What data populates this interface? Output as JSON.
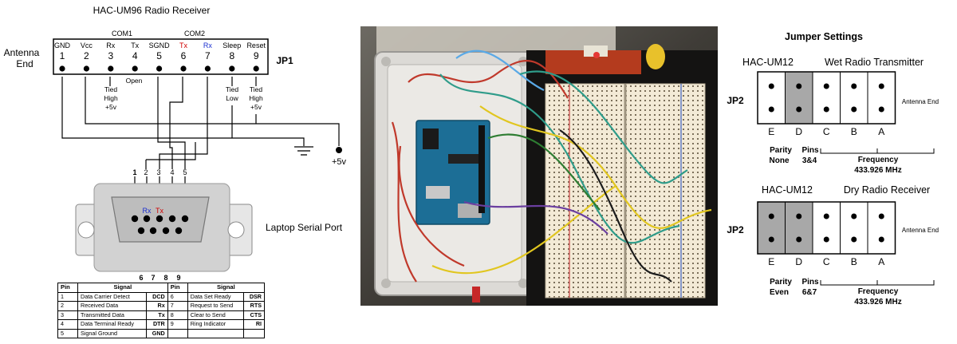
{
  "receiver": {
    "title": "HAC-UM96 Radio Receiver",
    "antenna_label_1": "Antenna",
    "antenna_label_2": "End",
    "header_label": "JP1",
    "com1": "COM1",
    "com2": "COM2",
    "pins": [
      {
        "name": "GND",
        "num": "1",
        "color": "#000000"
      },
      {
        "name": "Vcc",
        "num": "2",
        "color": "#000000"
      },
      {
        "name": "Rx",
        "num": "3",
        "color": "#000000"
      },
      {
        "name": "Tx",
        "num": "4",
        "color": "#000000"
      },
      {
        "name": "SGND",
        "num": "5",
        "color": "#000000"
      },
      {
        "name": "Tx",
        "num": "6",
        "color": "#d00000"
      },
      {
        "name": "Rx",
        "num": "7",
        "color": "#1a2fd0"
      },
      {
        "name": "Sleep",
        "num": "8",
        "color": "#000000"
      },
      {
        "name": "Reset",
        "num": "9",
        "color": "#000000"
      }
    ],
    "notes": {
      "pin3": [
        "Tied",
        "High",
        "+5v"
      ],
      "pin4": [
        "Open"
      ],
      "pin8": [
        "Tied",
        "Low"
      ],
      "pin9": [
        "Tied",
        "High",
        "+5v"
      ]
    },
    "supply": "+5v"
  },
  "serial_port": {
    "label": "Laptop Serial Port",
    "top_wire_numbers": [
      "2",
      "3",
      "4",
      "5"
    ],
    "top_numbers": [
      "1",
      "2",
      "3",
      "4",
      "5"
    ],
    "bottom_numbers": [
      "6",
      "7",
      "8",
      "9"
    ],
    "rx_label": "Rx",
    "tx_label": "Tx",
    "rx_color": "#1a2fd0",
    "tx_color": "#d00000"
  },
  "pin_table": {
    "headers": [
      "Pin",
      "Signal",
      "Pin",
      "Signal"
    ],
    "rows": [
      {
        "pin1": "1",
        "sig1": "Data Carrier Detect",
        "abbr1": "DCD",
        "pin2": "6",
        "sig2": "Data Set Ready",
        "abbr2": "DSR"
      },
      {
        "pin1": "2",
        "sig1": "Received Data",
        "abbr1": "Rx",
        "pin2": "7",
        "sig2": "Request to Send",
        "abbr2": "RTS"
      },
      {
        "pin1": "3",
        "sig1": "Transmitted Data",
        "abbr1": "Tx",
        "pin2": "8",
        "sig2": "Clear to Send",
        "abbr2": "CTS"
      },
      {
        "pin1": "4",
        "sig1": "Data Terminal Ready",
        "abbr1": "DTR",
        "pin2": "9",
        "sig2": "Ring Indicator",
        "abbr2": "RI"
      },
      {
        "pin1": "5",
        "sig1": "Signal Ground",
        "abbr1": "GND",
        "pin2": "",
        "sig2": "",
        "abbr2": ""
      }
    ]
  },
  "jumpers": {
    "title": "Jumper Settings",
    "transmitter": {
      "model": "HAC-UM12",
      "desc": "Wet Radio Transmitter",
      "jp_label": "JP2",
      "antenna_end": "Antenna End",
      "columns": [
        "E",
        "D",
        "C",
        "B",
        "A"
      ],
      "shaded_columns": [
        "D"
      ],
      "parity_label": "Parity",
      "parity_value": "None",
      "pins_label": "Pins",
      "pins_value": "3&4",
      "freq_label": "Frequency",
      "freq_value": "433.926 MHz"
    },
    "receiver": {
      "model": "HAC-UM12",
      "desc": "Dry Radio Receiver",
      "jp_label": "JP2",
      "antenna_end": "Antenna End",
      "columns": [
        "E",
        "D",
        "C",
        "B",
        "A"
      ],
      "shaded_columns": [
        "E",
        "D"
      ],
      "parity_label": "Parity",
      "parity_value": "Even",
      "pins_label": "Pins",
      "pins_value": "6&7",
      "freq_label": "Frequency",
      "freq_value": "433.926 MHz"
    }
  },
  "colors": {
    "shade": "#a8a8a8",
    "connector_shell": "#d4d4d4",
    "connector_body": "#b6b6b6"
  }
}
